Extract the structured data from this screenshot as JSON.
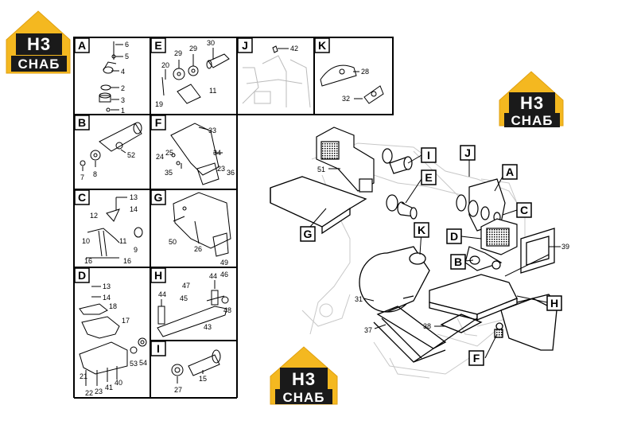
{
  "logo": {
    "h3": "H3",
    "text": "СНАБ"
  },
  "panels": [
    {
      "letter": "A",
      "parts": [
        "6",
        "5",
        "4",
        "2",
        "3",
        "1"
      ]
    },
    {
      "letter": "E",
      "parts": [
        "29",
        "29",
        "30",
        "20",
        "19",
        "11"
      ]
    },
    {
      "letter": "J",
      "parts": [
        "42"
      ]
    },
    {
      "letter": "K",
      "parts": [
        "28",
        "32"
      ]
    },
    {
      "letter": "B",
      "parts": [
        "52",
        "7",
        "8"
      ]
    },
    {
      "letter": "F",
      "parts": [
        "33",
        "25",
        "24",
        "34",
        "35",
        "23",
        "36"
      ]
    },
    {
      "letter": "C",
      "parts": [
        "13",
        "14",
        "12",
        "10",
        "11",
        "9",
        "16",
        "16"
      ]
    },
    {
      "letter": "G",
      "parts": [
        "50",
        "26",
        "49"
      ]
    },
    {
      "letter": "D",
      "parts": [
        "13",
        "14",
        "18",
        "17",
        "53",
        "54",
        "21",
        "23",
        "41",
        "40",
        "22"
      ]
    },
    {
      "letter": "H",
      "parts": [
        "44",
        "46",
        "47",
        "45",
        "48",
        "44",
        "43"
      ]
    },
    {
      "letter": "I",
      "parts": [
        "15",
        "27"
      ]
    }
  ],
  "callouts": [
    "I",
    "J",
    "E",
    "A",
    "C",
    "K",
    "D",
    "B",
    "G",
    "H",
    "F"
  ],
  "main_parts": [
    "51",
    "39",
    "31",
    "37",
    "38"
  ]
}
